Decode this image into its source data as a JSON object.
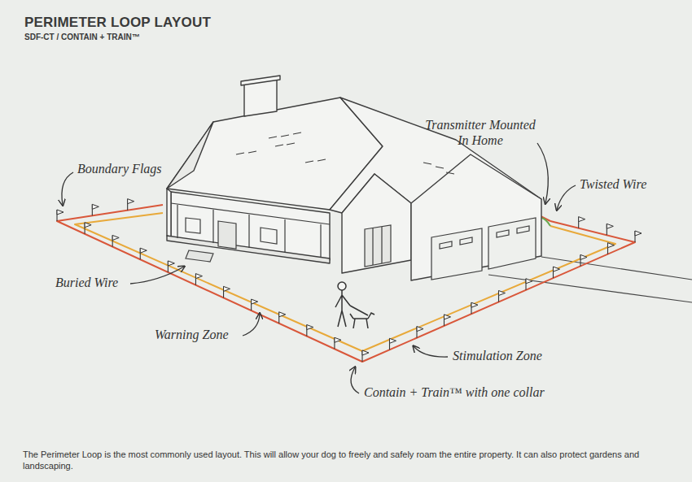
{
  "diagram": {
    "title": "PERIMETER LOOP LAYOUT",
    "caption": "The Perimeter Loop is the most commonly used layout. This will allow your dog to freely and safely roam the entire property. It can also protect gardens and landscaping.",
    "labels": [
      "SDF-CT / CONTAIN + TRAIN™",
      "Boundary Flags",
      "Transmitter Mounted In Home",
      "Twisted Wire",
      "Buried Wire",
      "Warning Zone",
      "Stimulation Zone",
      "Contain + Train™ with one collar"
    ]
  }
}
